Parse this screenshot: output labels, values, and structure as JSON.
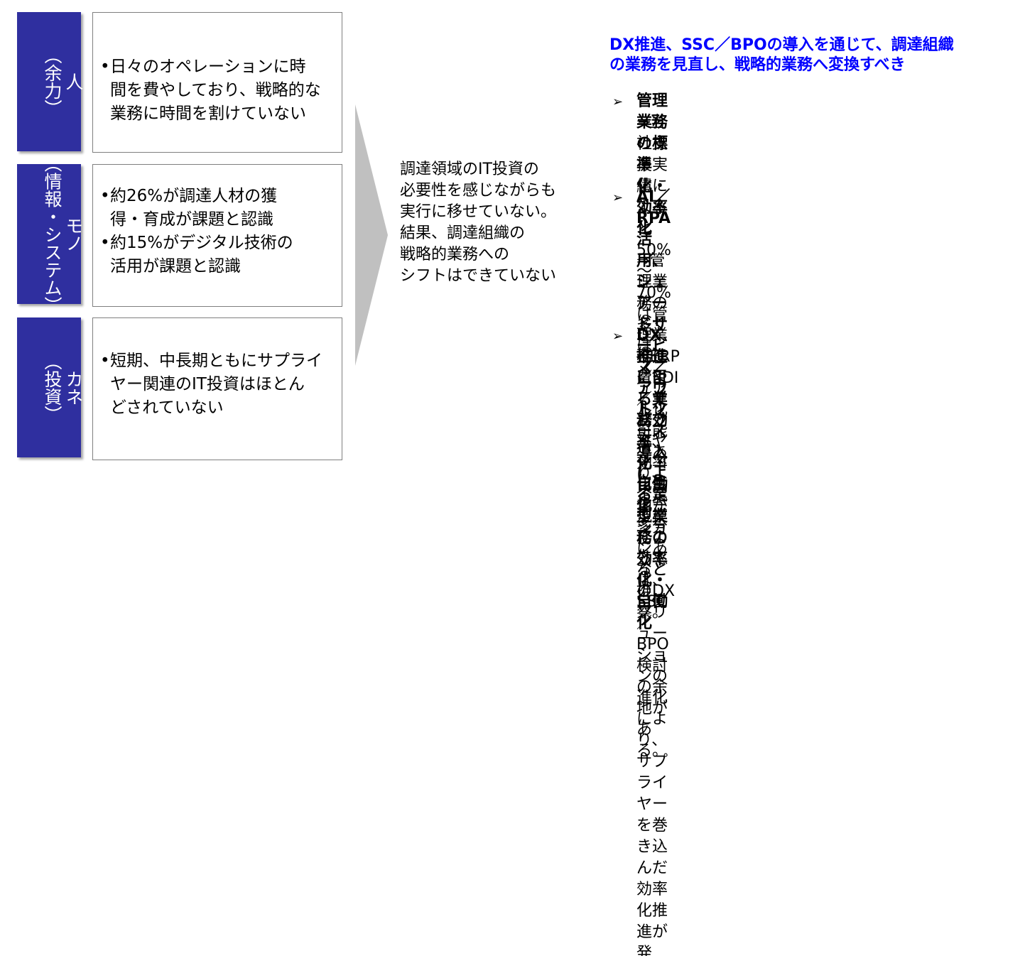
{
  "rows": [
    {
      "label": "人\n（余力）",
      "bullets": [
        "日々のオペレーションに時\n間を費やしており、戦略的な\n業務に時間を割けていない"
      ]
    },
    {
      "label": "モノ\n（情報・システム）",
      "bullets": [
        "約26%が調達人材の獲\n得・育成が課題と認識",
        "約15%がデジタル技術の\n活用が課題と認識"
      ]
    },
    {
      "label": "カネ\n（投資）",
      "bullets": [
        "短期、中長期ともにサプライ\nヤー関連のIT投資はほとん\nどされていない"
      ]
    }
  ],
  "conclusion": "調達領域のIT投資の\n必要性を感じながらも\n実行に移せていない。\n結果、調達組織の\n戦略的業務への\nシフトはできていない",
  "recommendation": {
    "title": "DX推進、SSC／BPOの導入を通じて、調達組織\nの業務を見直し、戦略的業務へ変換すべき",
    "marker": "➢",
    "items": [
      {
        "heading": "管理業務の標準化・効率化",
        "body": "⇒当社支援実績によると50%～70%\n は管理業務に費やしており、\n 効率化余地が多分にあると推察。"
      },
      {
        "heading": "AI／RPA活用、シェアードサービス／\nアウトソース導入による定型業務の\n効率化・自働化",
        "body": "⇒管理業務の多くは、マニュアル化\n可能であり、企業規模によっては、\nSSC／BPO検討の余地がある。"
      },
      {
        "heading": "DX推進による業務効率化・自働化",
        "body": "⇒ERP／EDI／サプライヤーコラボレーション\nなどのDXソリューションの進化により、\nサプライヤーを巻き込んだ効率化推進が発展。"
      }
    ]
  },
  "colors": {
    "label_bg": "#2f2f9f",
    "title_text": "#0000ff",
    "arrow_fill": "#c0c0c0"
  }
}
